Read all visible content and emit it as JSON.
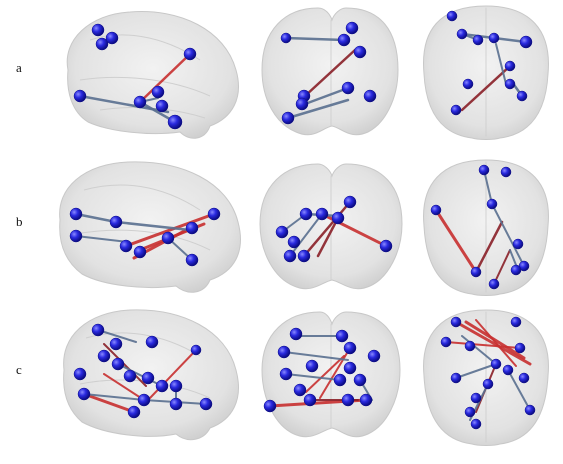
{
  "rows": [
    {
      "label": "a"
    },
    {
      "label": "b"
    },
    {
      "label": "c"
    }
  ],
  "colors": {
    "node": "#2020d8",
    "edge_positive": "#c83030",
    "edge_dark": "#8a2028",
    "edge_negative": "#5a7090",
    "brain": "#dcdcdc"
  }
}
